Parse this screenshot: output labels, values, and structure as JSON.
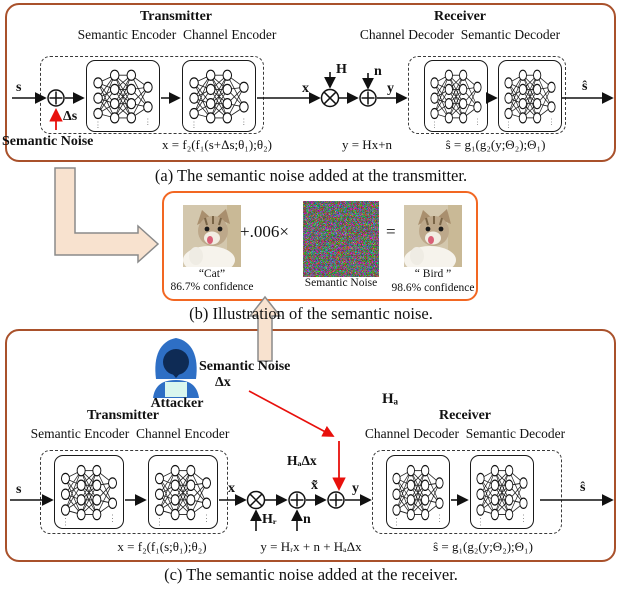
{
  "colors": {
    "panel_border": "#a9512b",
    "highlight_border": "#f26722",
    "attack_red": "#e8100c",
    "connector_fill": "#f8e2cf",
    "attacker_blue": "#2e6fc5",
    "attacker_dark": "#0e2b55",
    "attacker_screen": "#d9f6ee"
  },
  "panel_a": {
    "headers": {
      "transmitter": "Transmitter",
      "semantic_encoder": "Semantic Encoder",
      "channel_encoder": "Channel Encoder",
      "receiver": "Receiver",
      "channel_decoder": "Channel Decoder",
      "semantic_decoder": "Semantic Decoder"
    },
    "signals": {
      "s": "s",
      "delta_s": "Δs",
      "semantic_noise": "Semantic Noise",
      "x": "x",
      "h": "H",
      "n": "n",
      "y": "y",
      "s_hat": "ŝ"
    },
    "formulas": {
      "encoder": "x = f₂(f₁(s+Δs;θ₁);θ₂)",
      "channel": "y = Hx+n",
      "decoder": "ŝ = g₁(g₂(y;Θ₂);Θ₁)"
    },
    "caption": "(a) The semantic noise added at the transmitter."
  },
  "panel_b": {
    "plus_factor": "+.006×",
    "equals": "=",
    "cat": {
      "label": "“Cat”",
      "confidence": "86.7% confidence"
    },
    "noise_label": "Semantic Noise",
    "bird": {
      "label": "“ Bird ”",
      "confidence": "98.6% confidence"
    },
    "caption": "(b) Illustration of the semantic noise."
  },
  "panel_c": {
    "attacker_label": "Attacker",
    "attack": {
      "semantic_noise": "Semantic Noise",
      "delta_x": "Δx",
      "h_a": "Hₐ",
      "h_a_delta_x": "HₐΔx"
    },
    "headers": {
      "transmitter": "Transmitter",
      "semantic_encoder": "Semantic Encoder",
      "channel_encoder": "Channel Encoder",
      "receiver": "Receiver",
      "channel_decoder": "Channel Decoder",
      "semantic_decoder": "Semantic Decoder"
    },
    "signals": {
      "s": "s",
      "x": "x",
      "h_r": "Hᵣ",
      "n": "n",
      "x_tilde": "x̃",
      "y": "y",
      "s_hat": "ŝ"
    },
    "formulas": {
      "encoder": "x = f₂(f₁(s;θ₁);θ₂)",
      "channel": "y = Hᵣx + n + HₐΔx",
      "decoder": "ŝ = g₁(g₂(y;Θ₂);Θ₁)"
    },
    "caption": "(c) The semantic noise added at the receiver."
  }
}
